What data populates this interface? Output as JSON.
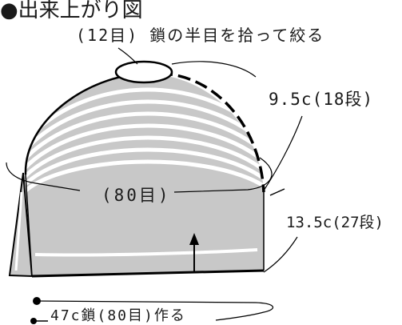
{
  "title": "●出来上がり図",
  "annotations": {
    "top_gather": "(12目) 鎖の半目を拾って絞る",
    "upper_section": "9.5c(18段)",
    "circumference": "(80目)",
    "lower_section": "13.5c(27段)",
    "foundation_chain": "47c鎖(80目)作る"
  },
  "colors": {
    "hat_fill": "#c8c8c8",
    "stripe": "#ffffff",
    "line": "#000000"
  },
  "icons": {
    "work_direction": "arrow-up-icon",
    "chain_start": "dot-marker-icon"
  }
}
